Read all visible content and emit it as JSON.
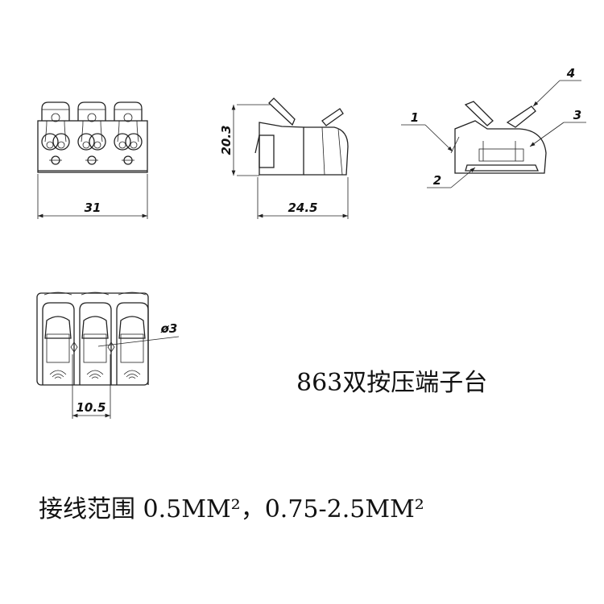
{
  "dimensions": {
    "width": "31",
    "height": "20.3",
    "depth": "24.5",
    "pitch": "10.5",
    "hole": "ø3"
  },
  "callouts": [
    "1",
    "2",
    "3",
    "4"
  ],
  "title": "863双按压端子台",
  "spec": "接线范围 0.5MM²，0.75-2.5MM²",
  "colors": {
    "line": "#222222",
    "background": "#ffffff"
  }
}
